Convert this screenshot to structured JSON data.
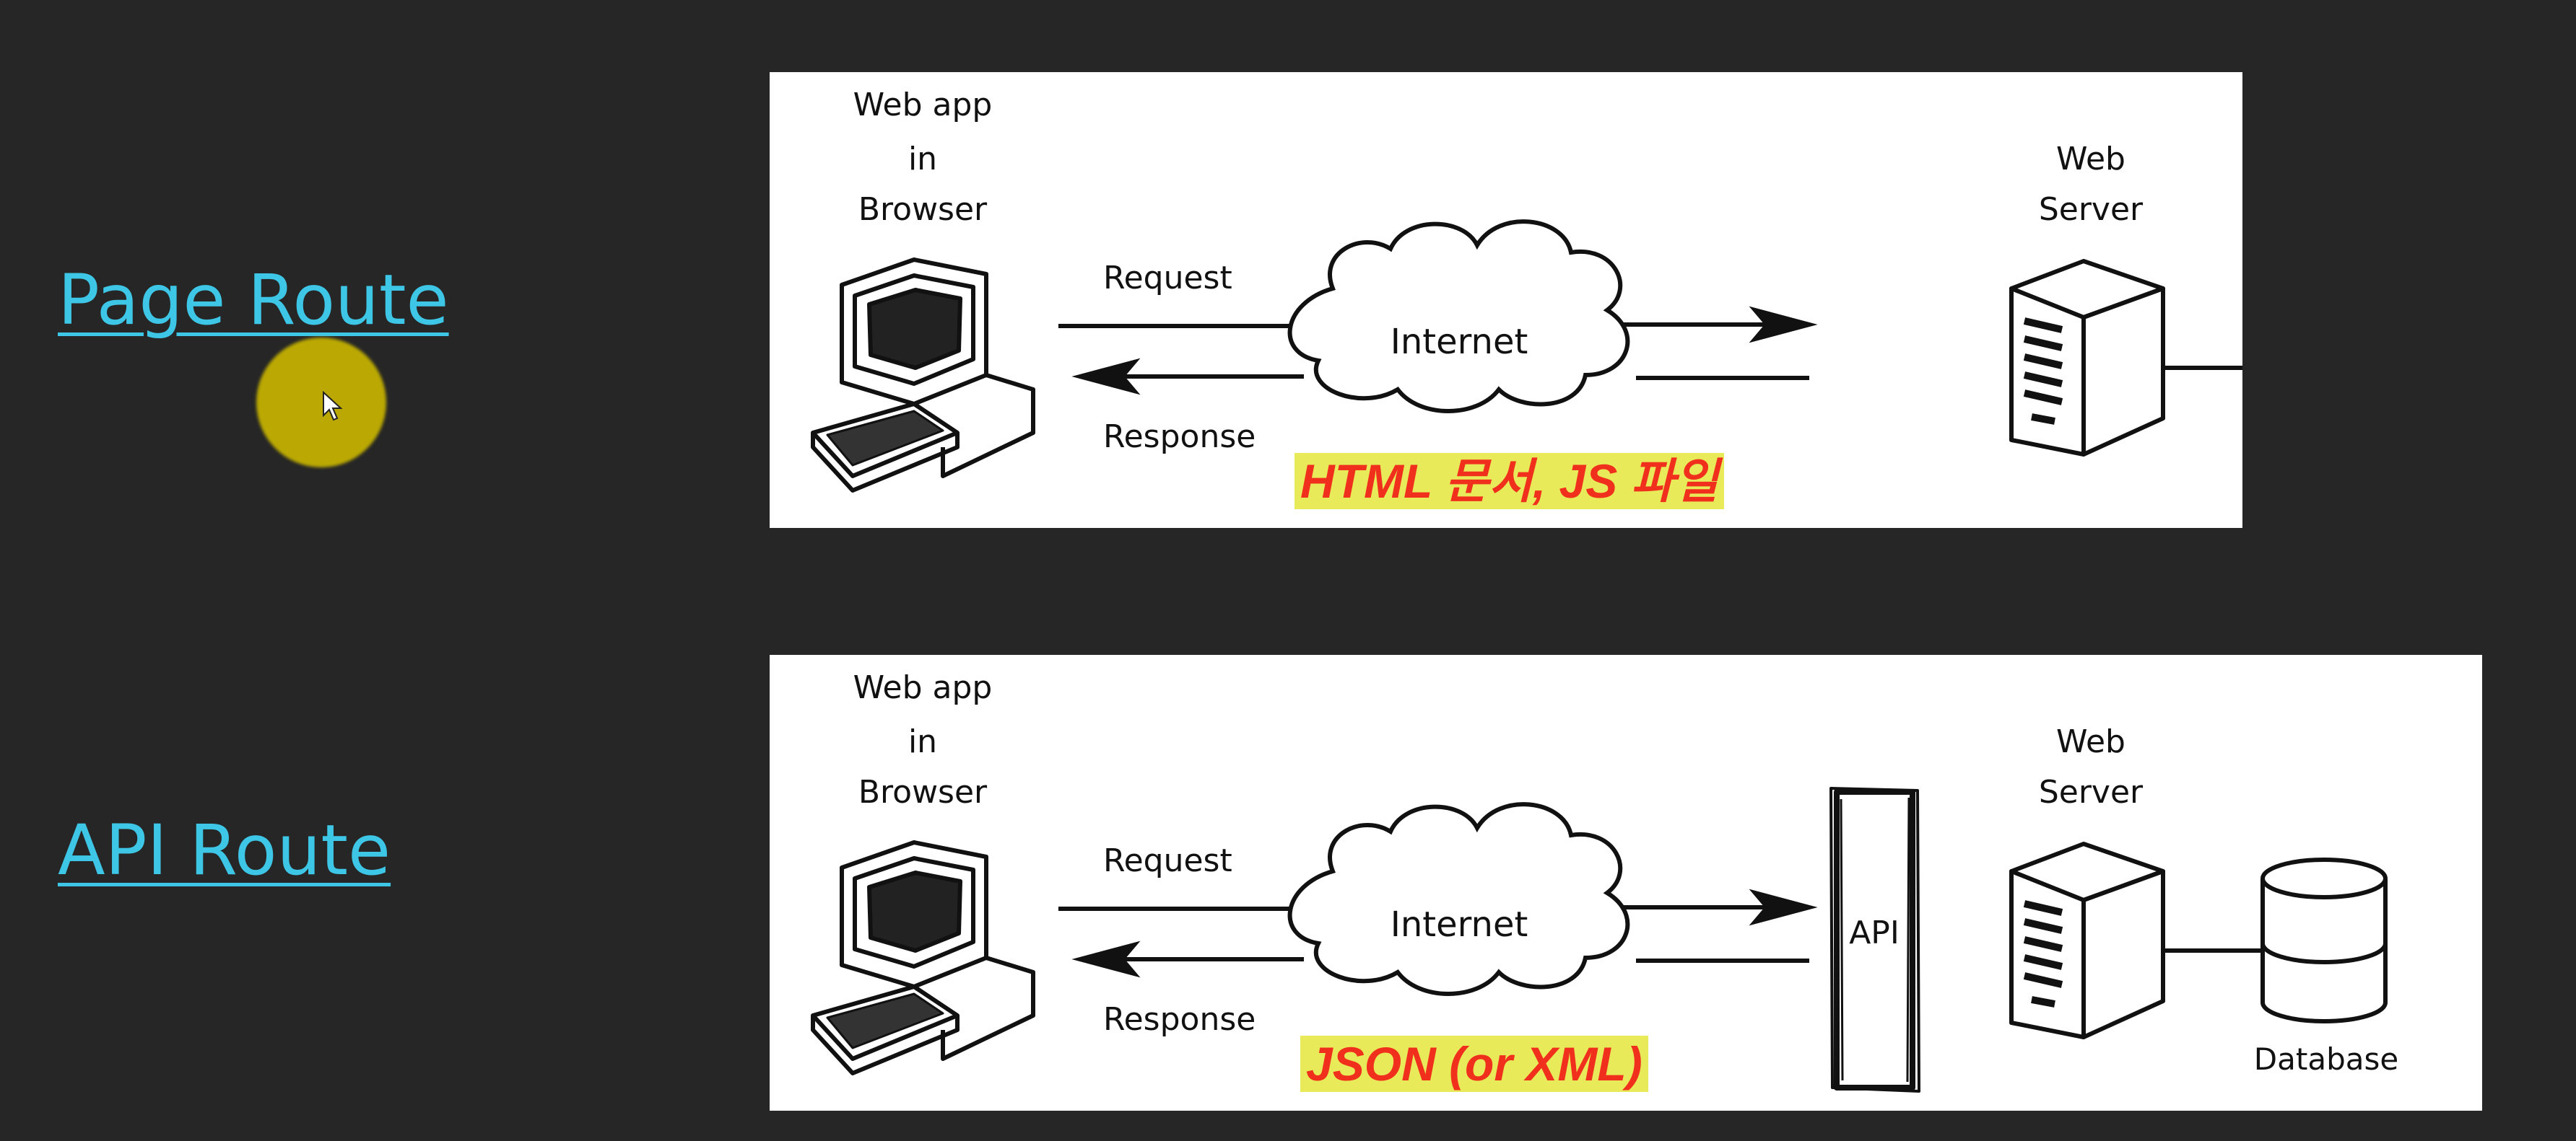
{
  "links": {
    "page_route": "Page Route",
    "api_route": "API Route",
    "color": "#3ec6e6"
  },
  "diagrams": {
    "page_route": {
      "client_label": [
        "Web app",
        "in",
        "Browser"
      ],
      "request": "Request",
      "response": "Response",
      "internet": "Internet",
      "server_label": [
        "Web",
        "Server"
      ],
      "payload": "HTML 문서, JS 파일"
    },
    "api_route": {
      "client_label": [
        "Web app",
        "in",
        "Browser"
      ],
      "request": "Request",
      "response": "Response",
      "internet": "Internet",
      "api": "API",
      "server_label": [
        "Web",
        "Server"
      ],
      "database": "Database",
      "payload": "JSON (or XML)"
    }
  },
  "colors": {
    "payload_text": "#f0301c",
    "payload_bg": "#e8ea5a",
    "cursor_halo": "#c8b400",
    "background": "#262626"
  },
  "icons": [
    "computer-icon",
    "cloud-icon",
    "server-icon",
    "database-icon",
    "arrow-icon",
    "cursor-icon"
  ]
}
